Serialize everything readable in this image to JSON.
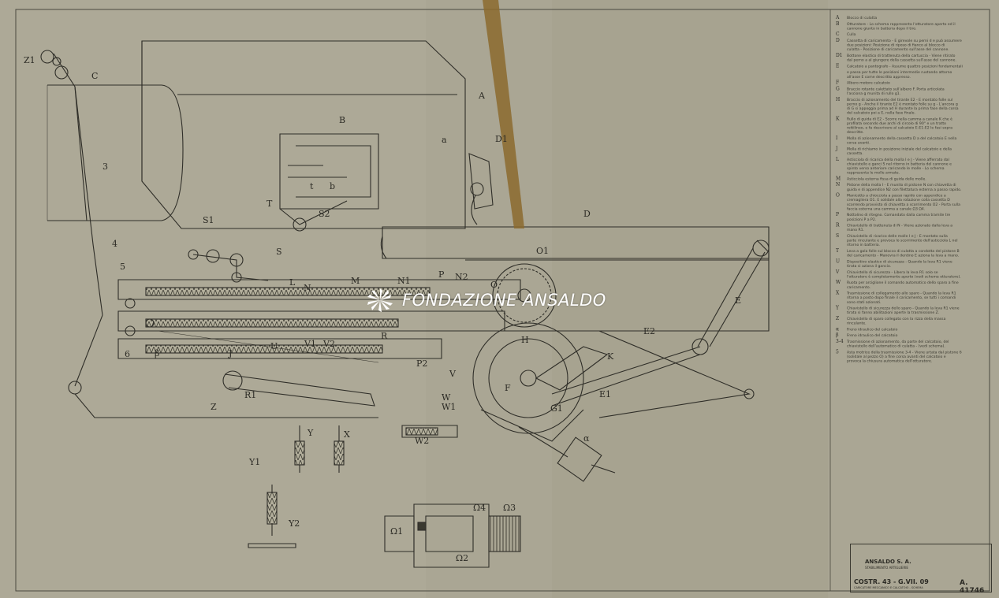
{
  "watermark": {
    "text": "FONDAZIONE ANSALDO",
    "logo_icon": "ansaldo-swirl-logo-icon"
  },
  "title_block": {
    "company": "ANSALDO S. A.",
    "subtitle": "STABILIMENTO ARTIGLIERIE",
    "drawing_code": "COSTR. 43 - G.VII. 09",
    "description": "CARICATORE MECCANICO E CALCATOIO - SCHEMA",
    "drawing_number": "A. 41746"
  },
  "part_labels": [
    "A",
    "B",
    "C",
    "D",
    "E",
    "F",
    "H",
    "J",
    "K",
    "L",
    "M",
    "N",
    "O",
    "P",
    "R",
    "S",
    "T",
    "U",
    "V",
    "W",
    "X",
    "Y",
    "Z",
    "3",
    "4",
    "5",
    "6",
    "a",
    "b",
    "t",
    "α",
    "β",
    "D1",
    "O1",
    "R1",
    "E1",
    "E2",
    "S1",
    "S2",
    "Z1",
    "N1",
    "N2",
    "P2",
    "V1",
    "V2",
    "W1",
    "W2",
    "Y1",
    "Y2",
    "G1",
    "Ω1",
    "Ω2",
    "Ω3",
    "Ω4"
  ],
  "legend": [
    {
      "key": "A",
      "text": "Blocco di culatta"
    },
    {
      "key": "B",
      "text": "Otturatore - Lo schema rappresenta l'otturatore aperto ed il cannone giunto in batteria dopo il tiro."
    },
    {
      "key": "C",
      "text": "Culla"
    },
    {
      "key": "D",
      "text": "Cassetta di caricamento - E girevole su perni d e può assumere due posizioni: Posizione di riposo di fianco al blocco di culatta - Posizione di caricamento sull'asse del cannone."
    },
    {
      "key": "D1",
      "text": "Bottone elastico di trattenuta della cartuccia - Viene ritirato dal perno a al giungere della cassetta sull'asse del cannone."
    },
    {
      "key": "E",
      "text": "Calcatoio a pantografo - Assume quattro posizioni fondamentali"
    },
    {
      "key": "",
      "text": "e passa per tutte le posizioni intermedie ruotando attorno all'asse E come descritto appresso."
    },
    {
      "key": "F",
      "text": "Albero motore calcatoio"
    },
    {
      "key": "G",
      "text": "Braccio rotante calettato sull'albero F. Porta articolata l'asciona g munita di rullo g1."
    },
    {
      "key": "H",
      "text": "Braccio di azionamento del tirante E2 - E montato folle sul perno g - Anche il tirante E2 è montato folle su g - L'ancora g di G si appoggia prima ad H durante la prima fase della corsa del calcatoio poi a E, nella fase finale."
    },
    {
      "key": "K",
      "text": "Rullo di guida di E2 - Scorre nella camma a canale K che è profilata secondo due archi di circolo di 90° e un tratto rettilineo, e fa descrivere al calcatoio E-E1-E2 le fasi sopra descritte."
    },
    {
      "key": "I",
      "text": "Molla di azionamento della cassetta D a del calcatoio E nella corsa avanti."
    },
    {
      "key": "J",
      "text": "Molla di richiamo in posizione iniziale del calcatoio e della cassetta."
    },
    {
      "key": "L",
      "text": "Asticciola di ricarica della molla I e J - Viene afferrato dal chiavistello e ganci S nel ritorno in batteria del cannone e spinto verso anteriore caricando le molle - Lo schema rappresenta le molle armate."
    },
    {
      "key": "M",
      "text": "Asticciola esterna fissa di guida delle molle."
    },
    {
      "key": "N",
      "text": "Pistone della molla I - E munito di pistone N con chiavetta di guida e di appendice N2 con filettatura esterna a passo rapido."
    },
    {
      "key": "O",
      "text": "Manicotto a chiocciola a passo rapido con appendice a cremagliera O1. E solidale alla rotazione colla cassetta D scorrendo provvisto di chiavetta a scorrimento O2 - Porta sulla faccia esterna una camma a canale Ω3 Ω4."
    },
    {
      "key": "P",
      "text": "Nottolino di ritegno. Comandato dalla camma tramite tre posizioni P a P2."
    },
    {
      "key": "R",
      "text": "Chiavistello di trattenuta di N - Viene azionato dalla leva a mano R1."
    },
    {
      "key": "S",
      "text": "Chiavistello di ricarico delle molle I e J - E montato sulla parte rinculante e provoca lo scorrimento dell'asticciola L nel ritorno in batteria."
    },
    {
      "key": "T",
      "text": "Leva a gola folle sul blocco di culatta a condotta del pistone B del caricamento - Manovra il dentino E aziona la leva a mano."
    },
    {
      "key": "U",
      "text": "Dispositivo elastico di sicurezza - Quando la leva R1 viene tirata si aziona il gancio."
    },
    {
      "key": "V",
      "text": "Chiavistello di sicurezza - Libera la leva R1 solo se l'otturatore è completamente aperto (vedi schema otturatore)."
    },
    {
      "key": "W",
      "text": "Ruota per arciglione il comando automatico dello sparo a fine caricamento."
    },
    {
      "key": "X",
      "text": "Trasmissione di collegamento allo sparo - Quando la leva R1 ritorna a posto dopo finale il caricamento, se tutti i comandi sono stati azionati."
    },
    {
      "key": "Y",
      "text": "Chiavistello di sicurezza dello sparo - Quando la leva R1 viene tirata si fanno abilitazioni aperte la trasmissione Z."
    },
    {
      "key": "Z",
      "text": "Chiavistello di sparo collegato con la rizza della massa rinculante."
    },
    {
      "key": "α",
      "text": "Freno idraulico del calcatoio"
    },
    {
      "key": "β",
      "text": "Freno idraulico del calcatoio"
    },
    {
      "key": "3-4",
      "text": "Trasmissione di azionamento, da parte del calcatoio, del chiavistello dell'automatico di culatta - (vedi schema)."
    },
    {
      "key": "5",
      "text": "Asta motrice della trasmissione 3-4 - Viene urtata dal pistone 6 (solidale al pezzo O) a fine corsa avanti del calcatoio e provoca la chiusura automatica dell'otturatore."
    }
  ]
}
